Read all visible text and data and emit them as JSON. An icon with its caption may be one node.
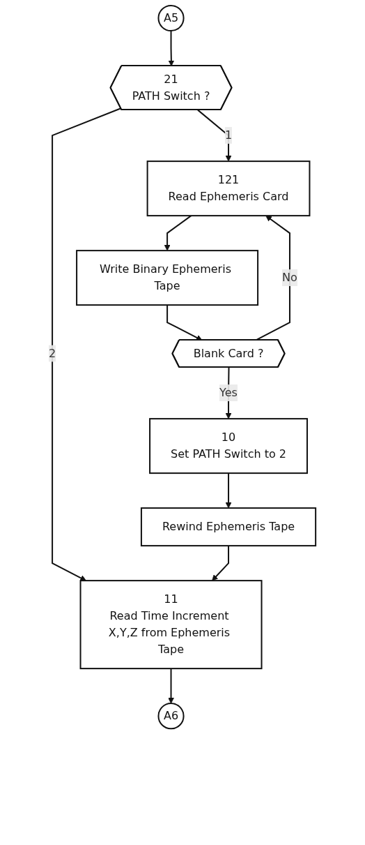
{
  "diagram": {
    "nodes": [
      {
        "text": [
          "A5"
        ]
      },
      {
        "text": [
          "21",
          "PATH Switch ?"
        ]
      },
      {
        "text": [
          "121",
          "Read Ephemeris Card"
        ]
      },
      {
        "text": [
          "Write Binary Ephemeris Tape"
        ]
      },
      {
        "text": [
          "Blank Card ?"
        ]
      },
      {
        "text": [
          "10",
          "Set PATH Switch to 2"
        ]
      },
      {
        "text": [
          "Rewind Ephemeris Tape"
        ]
      },
      {
        "text": [
          "11",
          "Read Time Increment X,Y,Z from Ephemeris Tape"
        ]
      },
      {
        "text": [
          "A6"
        ]
      }
    ],
    "edges": [
      {
        "from": 0,
        "to": 1,
        "arrow": "to"
      },
      {
        "from": 1,
        "to": 2,
        "label": "1",
        "arrow": "to"
      },
      {
        "from": 1,
        "to": 7,
        "label": "2",
        "arrow": "to"
      },
      {
        "from": 2,
        "to": 3,
        "arrow": "to"
      },
      {
        "from": 3,
        "to": 4,
        "arrow": "to"
      },
      {
        "from": 4,
        "to": 5,
        "label": "Yes",
        "arrow": "to"
      },
      {
        "from": 4,
        "to": 2,
        "label": "No",
        "arrow": "to"
      },
      {
        "from": 5,
        "to": 6,
        "arrow": "to"
      },
      {
        "from": 6,
        "to": 7,
        "arrow": "to"
      },
      {
        "from": 7,
        "to": 8,
        "arrow": "to"
      }
    ]
  }
}
